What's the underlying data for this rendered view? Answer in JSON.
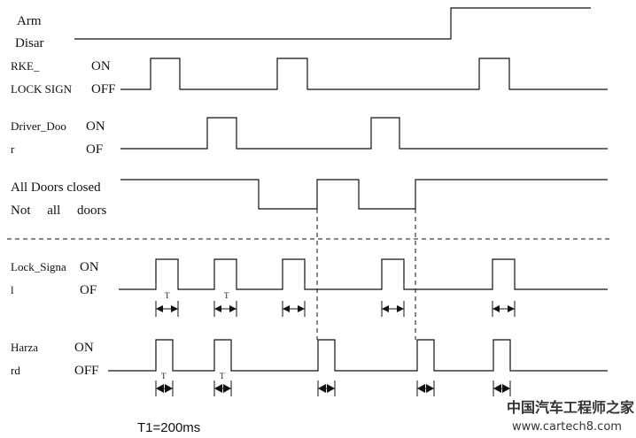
{
  "signals": {
    "arm": "Arm",
    "disarm": "Disar",
    "rke_1": "RKE_",
    "rke_2": "LOCK  SIGN",
    "rke_on": "ON",
    "rke_off": "OFF",
    "driver_1": "Driver_Doo",
    "driver_2": "r",
    "driver_on": "ON",
    "driver_off": "OF",
    "alldoors_1": "All Doors closed",
    "alldoors_2": "Not     all     doors",
    "lock_1": "Lock_Signa",
    "lock_2": "l",
    "lock_on": "ON",
    "lock_off": "OF",
    "hazard_1": "Harza",
    "hazard_2": "rd",
    "hazard_on": "ON",
    "hazard_off": "OFF"
  },
  "markers": {
    "t": "T"
  },
  "footer": {
    "t1": "T1=200ms"
  },
  "watermark": {
    "cn": "中国汽车工程师之家",
    "url": "www.cartech8.com"
  }
}
